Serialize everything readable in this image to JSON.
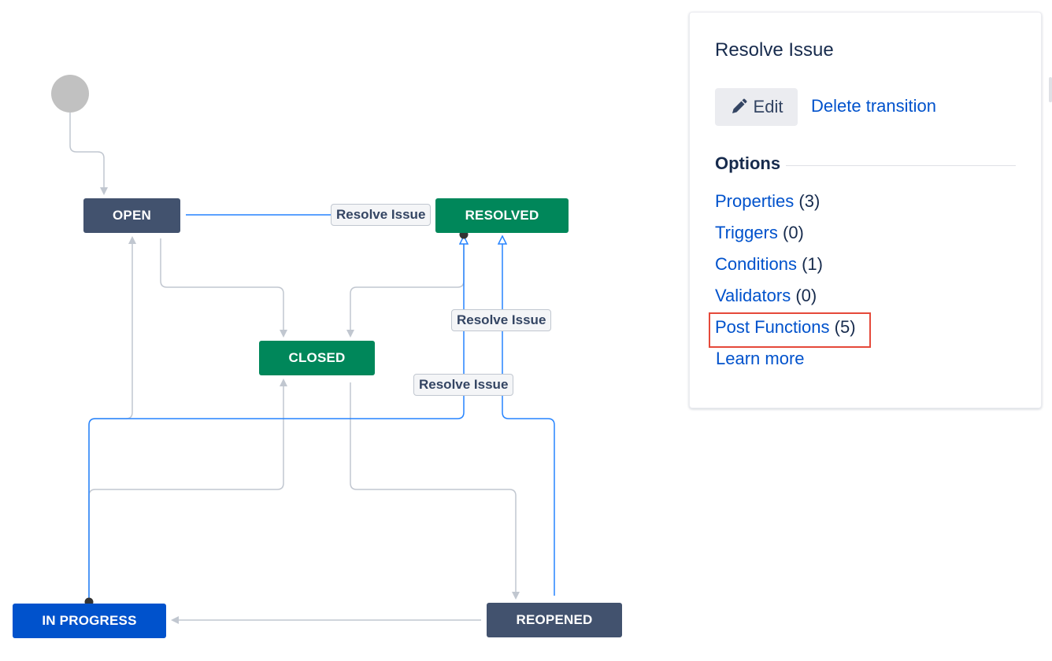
{
  "diagram": {
    "statuses": {
      "open": "OPEN",
      "resolved": "RESOLVED",
      "closed": "CLOSED",
      "in_progress": "IN PROGRESS",
      "reopened": "REOPENED"
    },
    "transition_labels": [
      "Resolve Issue",
      "Resolve Issue",
      "Resolve Issue"
    ],
    "colors": {
      "status_dark": "#42526e",
      "status_done": "#00875a",
      "status_selected": "#0052cc",
      "edge_default": "#c1c7d0",
      "edge_selected": "#2684ff",
      "start_node": "#c1c1c1"
    }
  },
  "panel": {
    "title": "Resolve Issue",
    "edit_label": "Edit",
    "edit_icon": "pencil-icon",
    "delete_label": "Delete transition",
    "options_heading": "Options",
    "options": [
      {
        "label": "Properties",
        "count": "(3)"
      },
      {
        "label": "Triggers",
        "count": "(0)"
      },
      {
        "label": "Conditions",
        "count": "(1)"
      },
      {
        "label": "Validators",
        "count": "(0)"
      },
      {
        "label": "Post Functions",
        "count": "(5)"
      }
    ],
    "highlighted_option": "Post Functions",
    "highlight_color": "#e5493a",
    "learn_more": "Learn more"
  }
}
